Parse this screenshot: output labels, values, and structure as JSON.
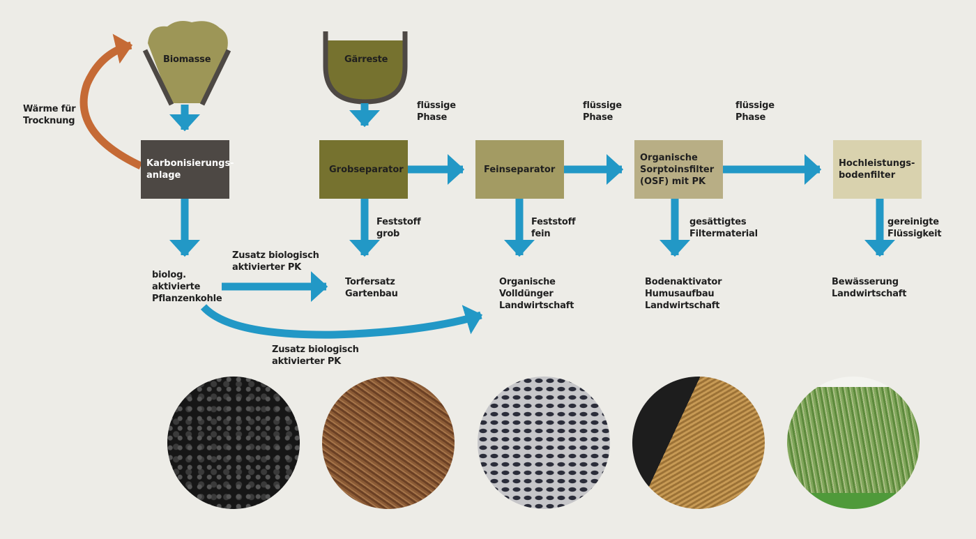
{
  "sources": {
    "biomasse": "Biomasse",
    "gaerreste": "Gärreste"
  },
  "heat_label": "Wärme für\nTrocknung",
  "boxes": {
    "karbonisierung": "Karbonisierungs-\nanlage",
    "grobseparator": "Grobseparator",
    "feinseparator": "Feinseparator",
    "osf": "Organische\nSorptoinsfilter\n(OSF) mit PK",
    "hochleistung": "Hochleistungs-\nbodenfilter"
  },
  "flow_labels": {
    "fluessig1": "flüssige\nPhase",
    "fluessig2": "flüssige\nPhase",
    "fluessig3": "flüssige\nPhase",
    "feststoff_grob": "Feststoff\ngrob",
    "feststoff_fein": "Feststoff\nfein",
    "gesaettigt": "gesättigtes\nFiltermaterial",
    "gereinigt": "gereinigte\nFlüssigkeit",
    "zusatz1": "Zusatz biologisch\naktivierter PK",
    "zusatz2": "Zusatz biologisch\naktivierter PK"
  },
  "outputs": {
    "pflanzenkohle": "biolog.\naktivierte\nPflanzenkohle",
    "torfersatz": "Torfersatz\nGartenbau",
    "volldunger": "Organische\nVolldünger\nLandwirtschaft",
    "bodenaktivator": "Bodenaktivator\nHumusaufbau\nLandwirtschaft",
    "bewaesserung": "Bewässerung\nLandwirtschaft"
  },
  "colors": {
    "flow": "#2298c6",
    "heat": "#c56a35",
    "background": "#edece7"
  }
}
